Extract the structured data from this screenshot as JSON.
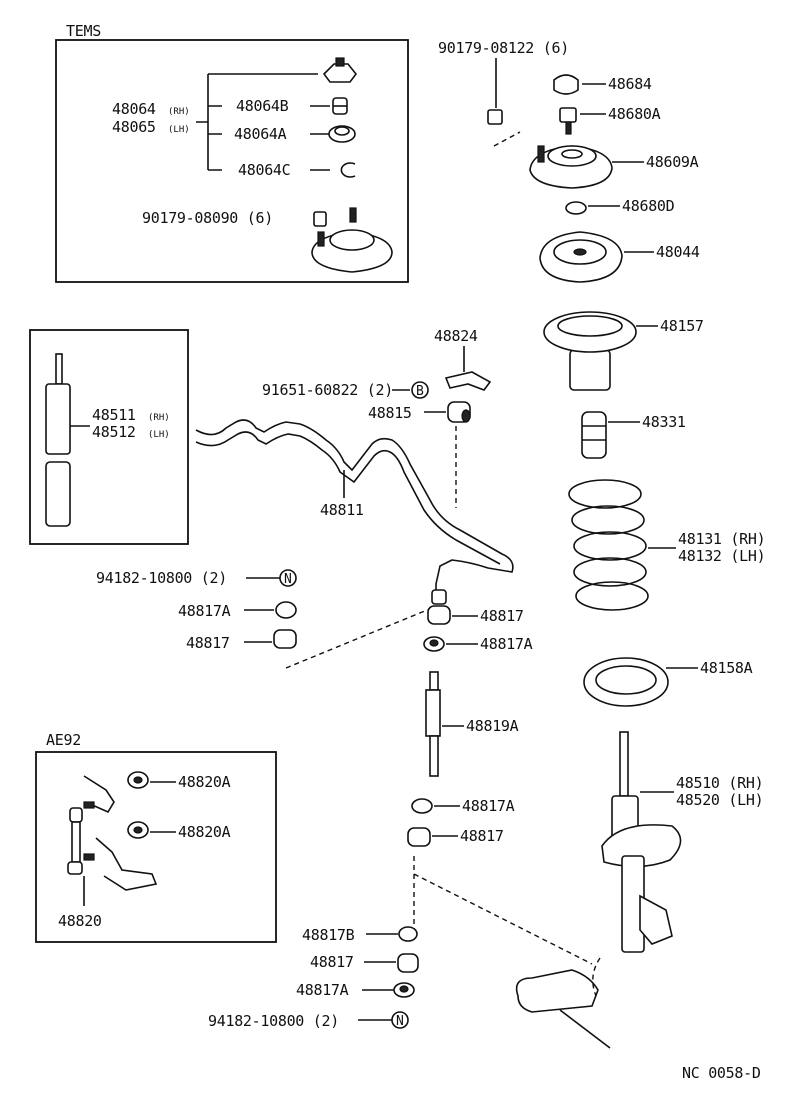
{
  "sections": {
    "tems": "TEMS",
    "ae92": "AE92"
  },
  "tems_parts": {
    "group_rh": "48064",
    "group_rh_suffix": "(RH)",
    "group_lh": "48065",
    "group_lh_suffix": "(LH)",
    "p1": "48064B",
    "p2": "48064A",
    "p3": "48064C",
    "nut": "90179-08090 (6)"
  },
  "shock_box": {
    "rh": "48511",
    "rh_suffix": "(RH)",
    "lh": "48512",
    "lh_suffix": "(LH)"
  },
  "parts": {
    "nut_top": "90179-08122 (6)",
    "cap": "48684",
    "nut": "48680A",
    "mount": "48609A",
    "spacer": "48680D",
    "seat": "48044",
    "boot": "48157",
    "bumper": "48331",
    "spring_rh": "48131 (RH)",
    "spring_lh": "48132 (LH)",
    "lower_insulator": "48158A",
    "strut_rh": "48510 (RH)",
    "strut_lh": "48520 (LH)",
    "bracket": "48824",
    "bolt": "91651-60822 (2)",
    "bushing": "48815",
    "stabilizer_bar": "48811",
    "nut_n_upper": "94182-10800 (2)",
    "cushion_a_left": "48817A",
    "cushion_left": "48817",
    "cushion_right": "48817",
    "cushion_a_right": "48817A",
    "link_bolt": "48819A",
    "lower_cushion_a": "48817A",
    "lower_cushion": "48817",
    "retainer_b": "48817B",
    "lower_cushion_2": "48817",
    "lower_cushion_a_2": "48817A",
    "nut_n_lower": "94182-10800 (2)",
    "ae92_nut_1": "48820A",
    "ae92_nut_2": "48820A",
    "ae92_link": "48820"
  },
  "symbols": {
    "b": "B",
    "n": "N"
  },
  "footer": {
    "code": "NC 0058-D"
  }
}
